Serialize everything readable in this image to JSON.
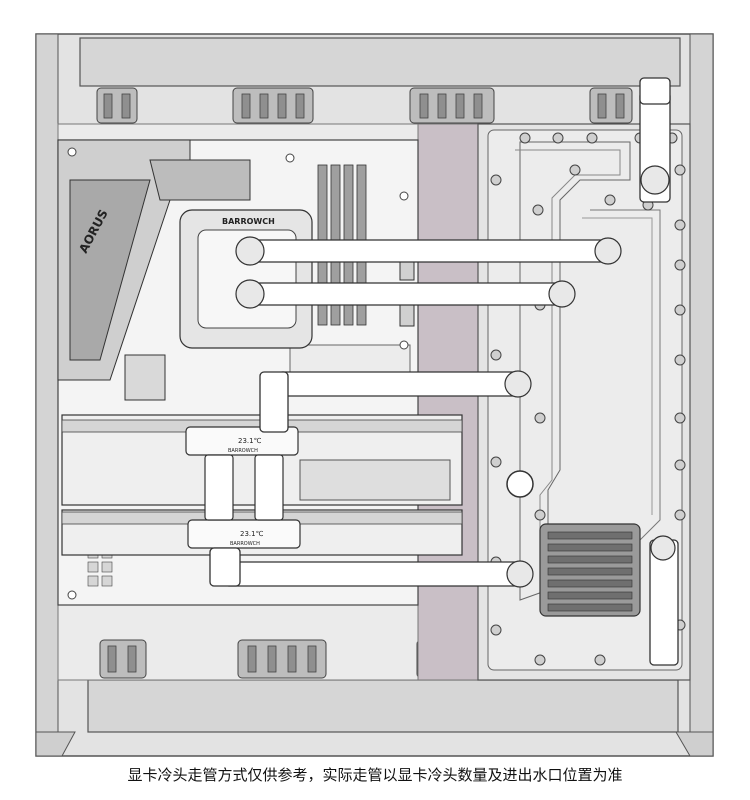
{
  "diagram": {
    "brand_label": "BARROWCH",
    "board_label": "AORUS",
    "gpu_temp_1": "23.1℃",
    "gpu_temp_2": "23.1℃",
    "gpu_brand_1": "BARROWCH",
    "gpu_brand_2": "BARROWCH",
    "colors": {
      "case": "#d9d9d9",
      "case_stroke": "#555555",
      "distro_plate": "#e4e4e4",
      "purple_panel": "#c9bfc6",
      "tube": "#ffffff",
      "outline": "#333333"
    }
  },
  "caption": "显卡冷头走管方式仅供参考，实际走管以显卡冷头数量及进出水口位置为准"
}
